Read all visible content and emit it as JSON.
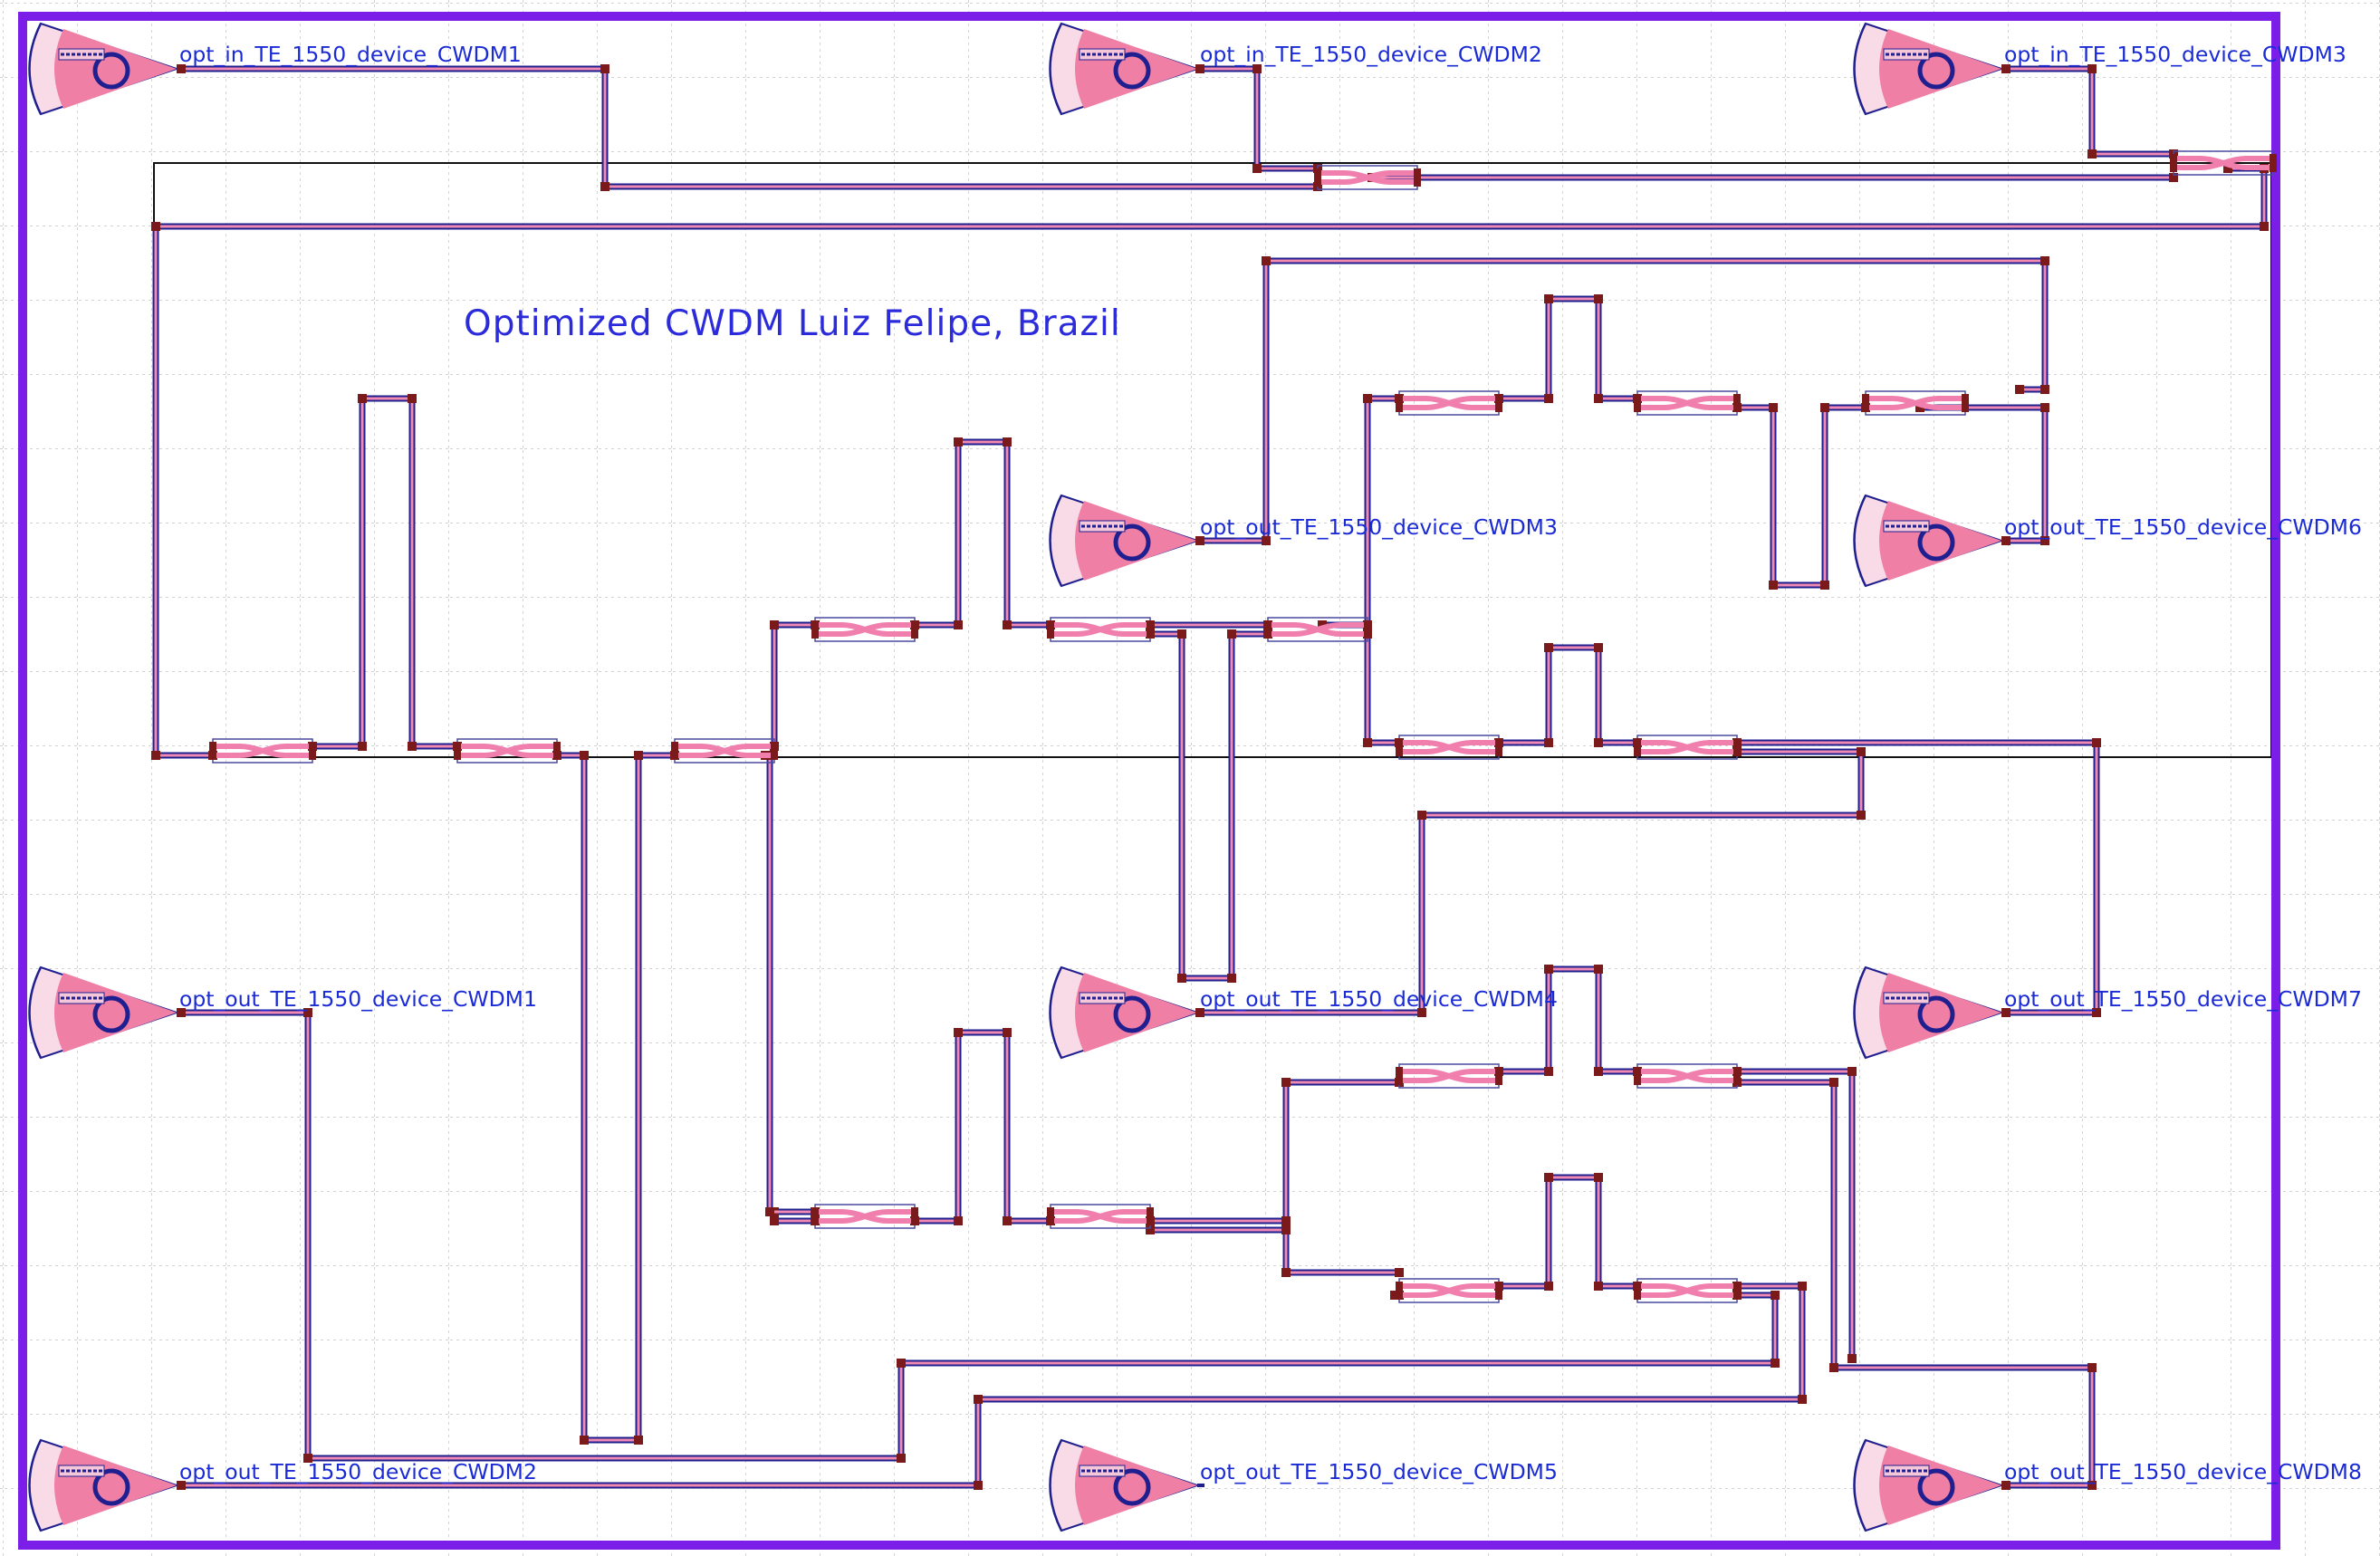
{
  "title": "Optimized CWDM Luiz Felipe, Brazil",
  "colors": {
    "background": "#ffffff",
    "grid": "#b8b8b8",
    "chip_border": "#7b1fe8",
    "waveguide_edge": "#1f1f8f",
    "waveguide_core": "#f08ab2",
    "label": "#1a2bd6",
    "pin": "#7a1a1a"
  },
  "coupler_logo": "EBEAM-CAMPUS-logo",
  "couplers": [
    {
      "id": "in1",
      "label": "opt_in_TE_1550_device_CWDM1"
    },
    {
      "id": "in2",
      "label": "opt_in_TE_1550_device_CWDM2"
    },
    {
      "id": "in3",
      "label": "opt_in_TE_1550_device_CWDM3"
    },
    {
      "id": "out3",
      "label": "opt_out_TE_1550_device_CWDM3"
    },
    {
      "id": "out6",
      "label": "opt_out_TE_1550_device_CWDM6"
    },
    {
      "id": "out1",
      "label": "opt_out_TE_1550_device_CWDM1"
    },
    {
      "id": "out4",
      "label": "opt_out_TE_1550_device_CWDM4"
    },
    {
      "id": "out7",
      "label": "opt_out_TE_1550_device_CWDM7"
    },
    {
      "id": "out2",
      "label": "opt_out_TE_1550_device_CWDM2"
    },
    {
      "id": "out5",
      "label": "opt_out_TE_1550_device_CWDM5"
    },
    {
      "id": "out8",
      "label": "opt_out_TE_1550_device_CWDM8"
    }
  ]
}
